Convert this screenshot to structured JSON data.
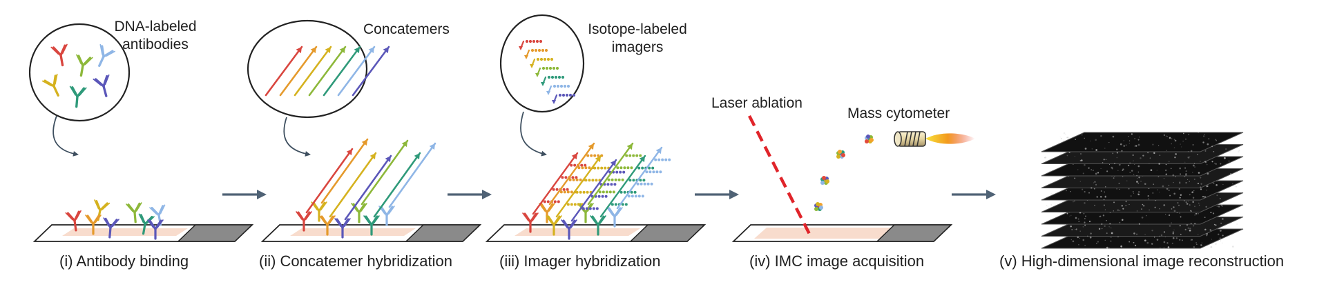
{
  "callouts": {
    "antibodies": [
      "DNA-labeled",
      "antibodies"
    ],
    "concatemers": "Concatemers",
    "imagers": [
      "Isotope-labeled",
      "imagers"
    ],
    "laser": "Laser ablation",
    "cytometer": "Mass cytometer"
  },
  "stages": [
    "(i) Antibody binding",
    "(ii) Concatemer hybridization",
    "(iii) Imager hybridization",
    "(iv) IMC image acquisition",
    "(v) High-dimensional image reconstruction"
  ],
  "colors": {
    "red": "#d9463f",
    "orange": "#e59a2c",
    "yellow": "#d5b21f",
    "green": "#8db83a",
    "teal": "#2f9a7a",
    "blue": "#8fb6e6",
    "purple": "#5b57b9",
    "arrow": "#4f6275",
    "tissue": "#f8dccd",
    "slot": "#8a8a8a",
    "laser": "#e0242a"
  }
}
